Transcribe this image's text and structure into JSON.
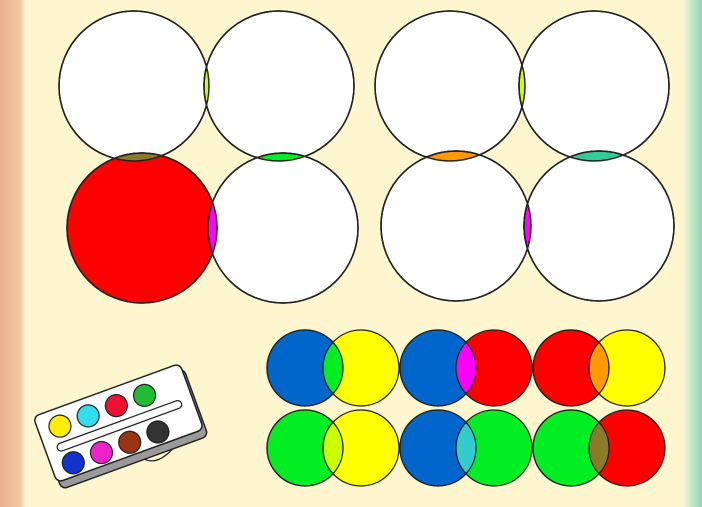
{
  "colors": {
    "background": "#fdf6cf",
    "outline": "#222222",
    "red": "#ff0000",
    "green": "#00ee22",
    "blue": "#0066cc",
    "yellow": "#ffff00",
    "olive": "#8a7a2a",
    "lime": "#ccff00",
    "magenta": "#ff00ff",
    "orange": "#ff9900",
    "teal": "#33cc99",
    "cyan": "#33cccc",
    "purple": "#cc00cc",
    "white": "#ffffff"
  },
  "left_diagram": {
    "intersections": [
      {
        "name": "top",
        "color": "lime"
      },
      {
        "name": "left",
        "color": "olive"
      },
      {
        "name": "right",
        "color": "green"
      },
      {
        "name": "bottom",
        "color": "magenta"
      }
    ],
    "filled_circle_color": "red"
  },
  "right_diagram": {
    "intersections": [
      {
        "name": "top",
        "color": "lime"
      },
      {
        "name": "left",
        "color": "orange"
      },
      {
        "name": "right",
        "color": "teal"
      },
      {
        "name": "bottom",
        "color": "magenta"
      }
    ]
  },
  "mixing_pairs": [
    {
      "left": "blue",
      "right": "yellow",
      "overlap": "green"
    },
    {
      "left": "blue",
      "right": "red",
      "overlap": "magenta"
    },
    {
      "left": "red",
      "right": "yellow",
      "overlap": "orange"
    },
    {
      "left": "green",
      "right": "yellow",
      "overlap": "lime"
    },
    {
      "left": "blue",
      "right": "green",
      "overlap": "cyan"
    },
    {
      "left": "green",
      "right": "red",
      "overlap": "olive"
    }
  ],
  "palette": {
    "top_wells": [
      "#ffee00",
      "#33ddee",
      "#ee1133",
      "#22bb33"
    ],
    "bottom_wells": [
      "#1133cc",
      "#ee22cc",
      "#993311",
      "#333333"
    ]
  }
}
